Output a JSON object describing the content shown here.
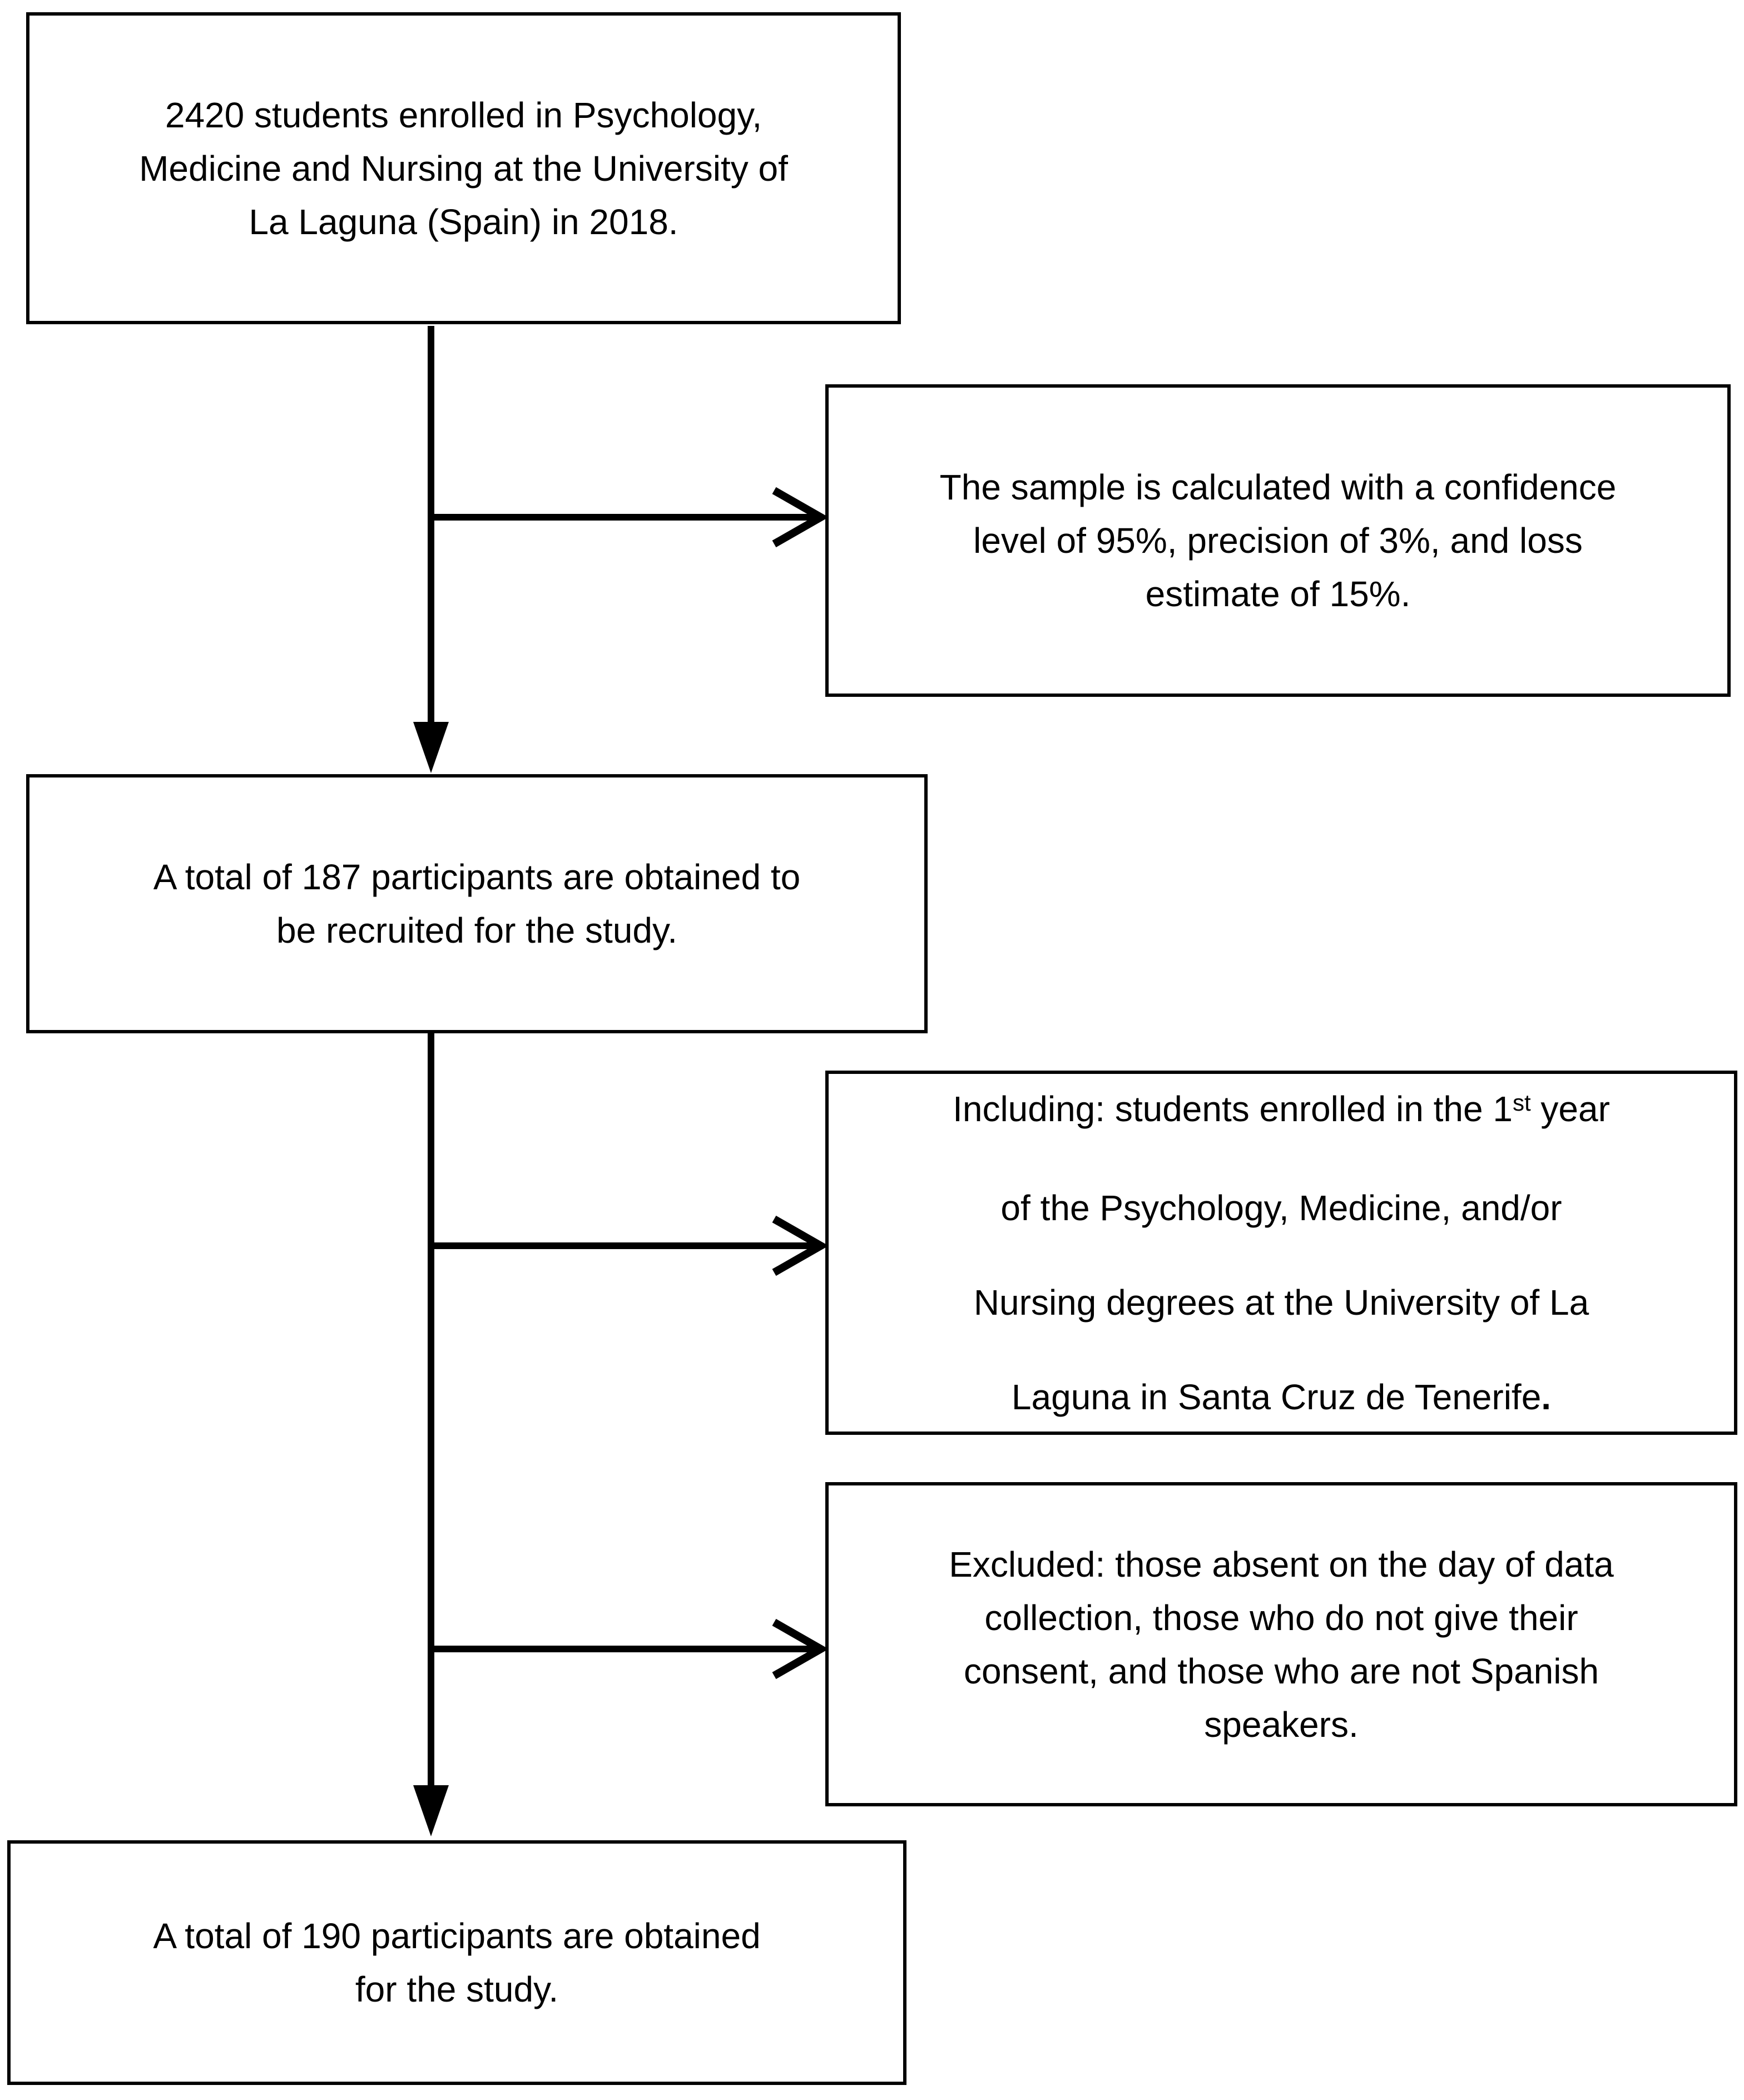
{
  "diagram": {
    "background_color": "#ffffff",
    "line_color": "#000000",
    "boxes": {
      "enrolled": {
        "lines": [
          "2420 students enrolled in Psychology,",
          "Medicine and Nursing at the University of",
          "La Laguna (Spain) in 2018."
        ]
      },
      "sample": {
        "lines": [
          "The sample is calculated with a confidence",
          "level of 95%, precision of 3%, and loss",
          "estimate of 15%."
        ]
      },
      "recruited": {
        "lines": [
          "A total of 187 participants are obtained to",
          "be recruited for the study."
        ]
      },
      "including": {
        "line1_prefix": "Including: students enrolled in the 1",
        "line1_superscript": "st",
        "line1_suffix": " year",
        "line2": "of the Psychology, Medicine, and/or",
        "line3": "Nursing degrees at the University of La",
        "line4": "Laguna in Santa Cruz de Tenerife",
        "line4_period": "."
      },
      "excluded": {
        "lines": [
          "Excluded: those absent on the day of data",
          "collection, those who do not give their",
          "consent, and those who are not Spanish",
          "speakers."
        ]
      },
      "final": {
        "lines": [
          "A total of 190 participants are obtained",
          "for the study."
        ]
      }
    }
  }
}
